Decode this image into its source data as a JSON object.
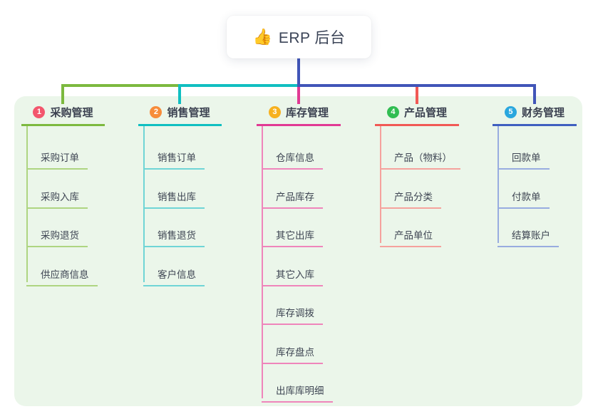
{
  "root": {
    "icon": "👍",
    "label": "ERP 后台",
    "line_color": "#4155b8"
  },
  "panel_color": "#ebf6ea",
  "branches": [
    {
      "num": "1",
      "label": "采购管理",
      "badge": "#f3566d",
      "main": "#7cb93f",
      "light": "#aed581",
      "children": [
        "采购订单",
        "采购入库",
        "采购退货",
        "供应商信息"
      ]
    },
    {
      "num": "2",
      "label": "销售管理",
      "badge": "#f78c3a",
      "main": "#10bfc1",
      "light": "#6fd5d6",
      "children": [
        "销售订单",
        "销售出库",
        "销售退货",
        "客户信息"
      ]
    },
    {
      "num": "3",
      "label": "库存管理",
      "badge": "#f7b11f",
      "main": "#e13a94",
      "light": "#ef85bb",
      "children": [
        "仓库信息",
        "产品库存",
        "其它出库",
        "其它入库",
        "库存调拨",
        "库存盘点",
        "出库库明细"
      ]
    },
    {
      "num": "4",
      "label": "产品管理",
      "badge": "#31bd52",
      "main": "#f15955",
      "light": "#f5a29d",
      "children": [
        "产品（物料）",
        "产品分类",
        "产品单位"
      ]
    },
    {
      "num": "5",
      "label": "财务管理",
      "badge": "#2aa7de",
      "main": "#3f5fc0",
      "light": "#98ace0",
      "children": [
        "回款单",
        "付款单",
        "结算账户"
      ]
    }
  ]
}
